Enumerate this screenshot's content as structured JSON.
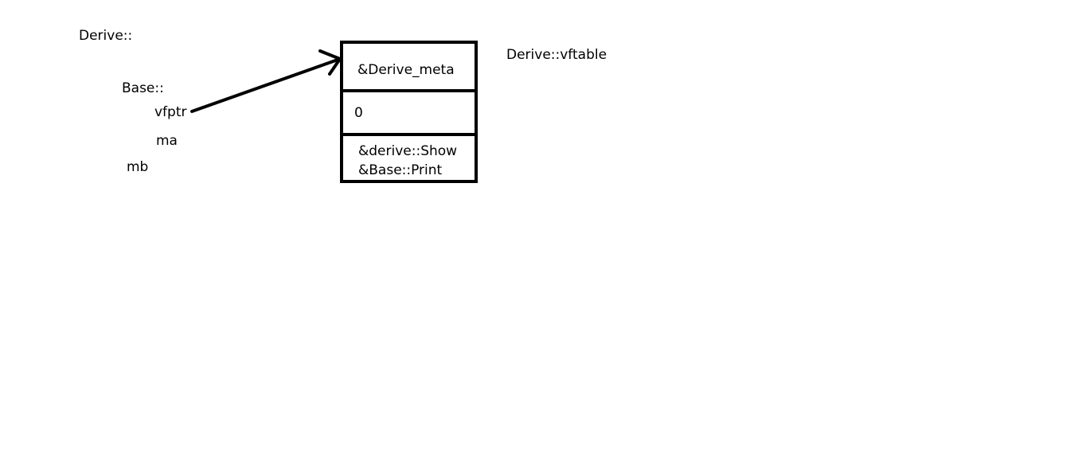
{
  "derive_object": {
    "title": "Derive::",
    "base_label": "Base::",
    "members": [
      "vfptr",
      "ma",
      "mb"
    ]
  },
  "vftable": {
    "title": "Derive::vftable",
    "rows": [
      "&Derive_meta",
      "0",
      "&derive::Show",
      "&Base::Print"
    ]
  },
  "colors": {
    "ink": "#000000",
    "background": "#ffffff"
  }
}
